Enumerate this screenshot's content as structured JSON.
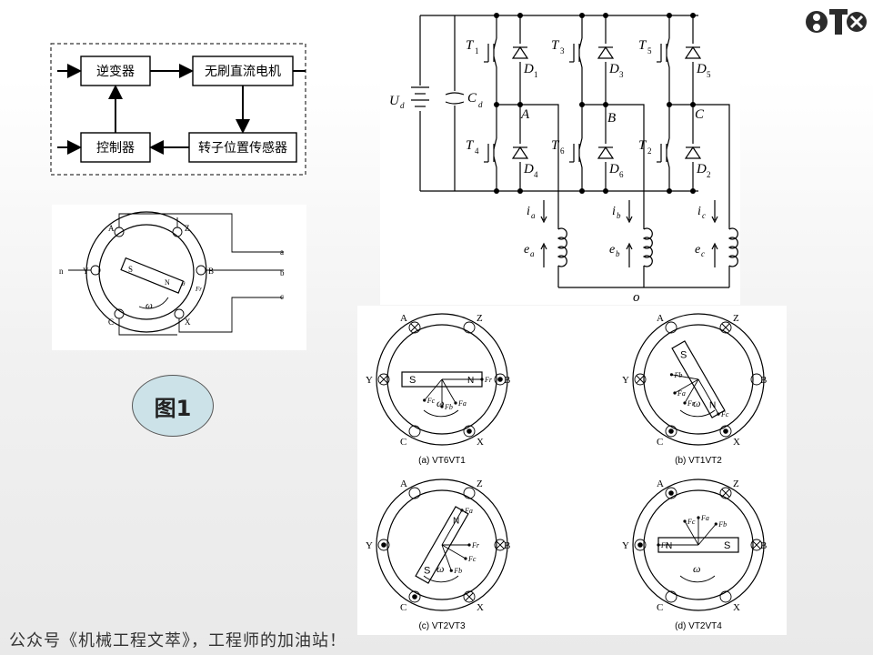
{
  "block_diagram": {
    "inverter": "逆变器",
    "motor": "无刷直流电机",
    "controller": "控制器",
    "sensor": "转子位置传感器"
  },
  "badge": {
    "label": "图1"
  },
  "stator_diagram": {
    "terminals": [
      "A",
      "Z",
      "Y",
      "B",
      "C",
      "X"
    ],
    "rotor_s": "S",
    "rotor_n": "N",
    "omega": "ω",
    "neutral": "n",
    "outputs": [
      "a",
      "b",
      "c"
    ],
    "small_theta": "θ",
    "small_fr": "Fr"
  },
  "circuit": {
    "source": "U",
    "source_sub": "d",
    "cap": "C",
    "cap_sub": "d",
    "transistors": [
      {
        "T": "T",
        "sub": "1"
      },
      {
        "T": "T",
        "sub": "3"
      },
      {
        "T": "T",
        "sub": "5"
      },
      {
        "T": "T",
        "sub": "4"
      },
      {
        "T": "T",
        "sub": "6"
      },
      {
        "T": "T",
        "sub": "2"
      }
    ],
    "diodes": [
      {
        "D": "D",
        "sub": "1"
      },
      {
        "D": "D",
        "sub": "3"
      },
      {
        "D": "D",
        "sub": "5"
      },
      {
        "D": "D",
        "sub": "4"
      },
      {
        "D": "D",
        "sub": "6"
      },
      {
        "D": "D",
        "sub": "2"
      }
    ],
    "phases": [
      "A",
      "B",
      "C"
    ],
    "currents": [
      {
        "i": "i",
        "sub": "a"
      },
      {
        "i": "i",
        "sub": "b"
      },
      {
        "i": "i",
        "sub": "c"
      }
    ],
    "emfs": [
      {
        "e": "e",
        "sub": "a"
      },
      {
        "e": "e",
        "sub": "b"
      },
      {
        "e": "e",
        "sub": "c"
      }
    ],
    "neutral": "o"
  },
  "rotor_states": [
    {
      "caption": "(a) VT6VT1",
      "terminals": [
        "A",
        "Z",
        "Y",
        "B",
        "C",
        "X"
      ],
      "s": "S",
      "n": "N",
      "omega": "ω",
      "forces": [
        "Fr",
        "Fc",
        "Fb",
        "Fa"
      ]
    },
    {
      "caption": "(b) VT1VT2",
      "terminals": [
        "A",
        "Z",
        "Y",
        "B",
        "C",
        "X"
      ],
      "s": "S",
      "n": "N",
      "omega": "ω",
      "forces": [
        "Fc",
        "Fb",
        "Fa",
        "Fr"
      ]
    },
    {
      "caption": "(c) VT2VT3",
      "terminals": [
        "A",
        "Z",
        "Y",
        "B",
        "C",
        "X"
      ],
      "s": "S",
      "n": "N",
      "omega": "ω",
      "forces": [
        "Fa",
        "Fb",
        "Fc",
        "Fr"
      ]
    },
    {
      "caption": "(d) VT2VT4",
      "terminals": [
        "A",
        "Z",
        "Y",
        "B",
        "C",
        "X"
      ],
      "s": "S",
      "n": "N",
      "omega": "ω",
      "forces": [
        "Fr",
        "Fb",
        "Fa",
        "Fc"
      ]
    }
  ],
  "footer": {
    "text": "公众号《机械工程文萃》，工程师的加油站！"
  },
  "logo": {
    "name": "gear-logo",
    "color": "#2b2b2b"
  }
}
